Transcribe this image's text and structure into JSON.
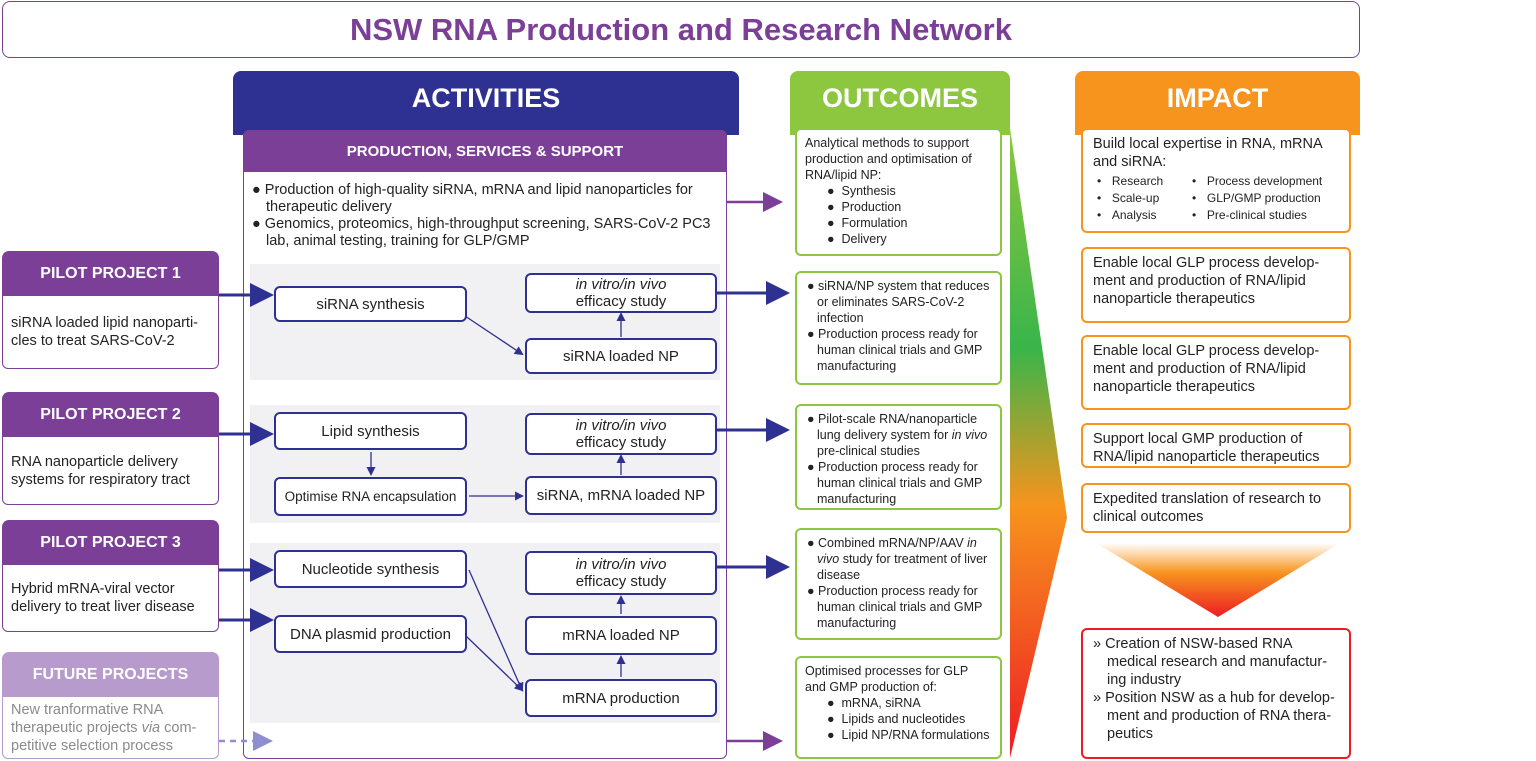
{
  "title": "NSW RNA Production and Research Network",
  "columns": {
    "activities": "ACTIVITIES",
    "outcomes": "OUTCOMES",
    "impact": "IMPACT"
  },
  "production": {
    "heading": "PRODUCTION, SERVICES & SUPPORT",
    "bullets": [
      "Production of high-quality siRNA, mRNA and lipid nanoparticles for therapeutic delivery",
      "Genomics, proteomics, high-throughput screening, SARS-CoV-2 PC3 lab, animal testing, training for GLP/GMP"
    ]
  },
  "pilots": [
    {
      "heading": "PILOT PROJECT 1",
      "text": "siRNA loaded lipid nanoparti-cles to treat SARS-CoV-2"
    },
    {
      "heading": "PILOT PROJECT 2",
      "text": "RNA nanoparticle delivery systems for respiratory tract"
    },
    {
      "heading": "PILOT PROJECT 3",
      "text": "Hybrid mRNA-viral vector delivery to treat liver disease"
    },
    {
      "heading": "FUTURE PROJECTS",
      "text_a": "New tranformative RNA therapeutic projects ",
      "text_via": "via",
      "text_b": " com-petitive selection process"
    }
  ],
  "nodes": {
    "p1_synth": "siRNA synthesis",
    "p1_eff_a": "in vitro/in vivo",
    "p1_eff_b": "efficacy study",
    "p1_np": "siRNA loaded NP",
    "p2_lipid": "Lipid synthesis",
    "p2_opt": "Optimise RNA encapsulation",
    "p2_eff_a": "in vitro/in vivo",
    "p2_eff_b": "efficacy study",
    "p2_np": "siRNA, mRNA loaded NP",
    "p3_nuc": "Nucleotide synthesis",
    "p3_dna": "DNA plasmid production",
    "p3_eff_a": "in vitro/in vivo",
    "p3_eff_b": "efficacy study",
    "p3_np": "mRNA loaded NP",
    "p3_prod": "mRNA production"
  },
  "outcomes": {
    "o1": {
      "intro": "Analytical methods to support production and optimisation of RNA/lipid NP:",
      "items": [
        "Synthesis",
        "Production",
        "Formulation",
        "Delivery"
      ]
    },
    "o2": {
      "items": [
        "siRNA/NP system that reduces or eliminates SARS-CoV-2 infection",
        "Production process ready for human clinical trials and GMP manufacturing"
      ]
    },
    "o3": {
      "item1_a": "Pilot-scale RNA/nanoparticle lung delivery system for ",
      "item1_i": "in vivo",
      "item1_b": " pre-clinical studies",
      "item2": "Production process ready for human clinical trials and GMP manufacturing"
    },
    "o4": {
      "item1_a": "Combined mRNA/NP/AAV ",
      "item1_i": "in vivo",
      "item1_b": " study for treatment of liver disease",
      "item2": "Production process ready for human clinical trials and GMP manufacturing"
    },
    "o5": {
      "intro": "Optimised processes for GLP and GMP production of:",
      "items": [
        "mRNA, siRNA",
        "Lipids and nucleotides",
        "Lipid NP/RNA formulations"
      ]
    }
  },
  "impact": {
    "i1": {
      "text": "Build local expertise in RNA, mRNA and siRNA:",
      "left": [
        "Research",
        "Scale-up",
        "Analysis"
      ],
      "right": [
        "Process development",
        "GLP/GMP production",
        "Pre-clinical studies"
      ]
    },
    "i2": "Enable local GLP process develop-ment and production of RNA/lipid nanoparticle therapeutics",
    "i3": "Enable local GLP process develop-ment and production of RNA/lipid nanoparticle therapeutics",
    "i4": "Support local GMP production of RNA/lipid nanoparticle therapeutics",
    "i5": "Expedited translation of research to clinical outcomes",
    "final": [
      "» Creation of NSW-based RNA medical research and manufactur-ing industry",
      "» Position NSW as a hub for develop-ment and production of RNA thera-peutics"
    ]
  },
  "colors": {
    "purple": "#7b3f98",
    "navy": "#2e3192",
    "green": "#8dc63f",
    "orange": "#f7941d",
    "red": "#ed1c24",
    "lavender": "#b79bcc"
  }
}
